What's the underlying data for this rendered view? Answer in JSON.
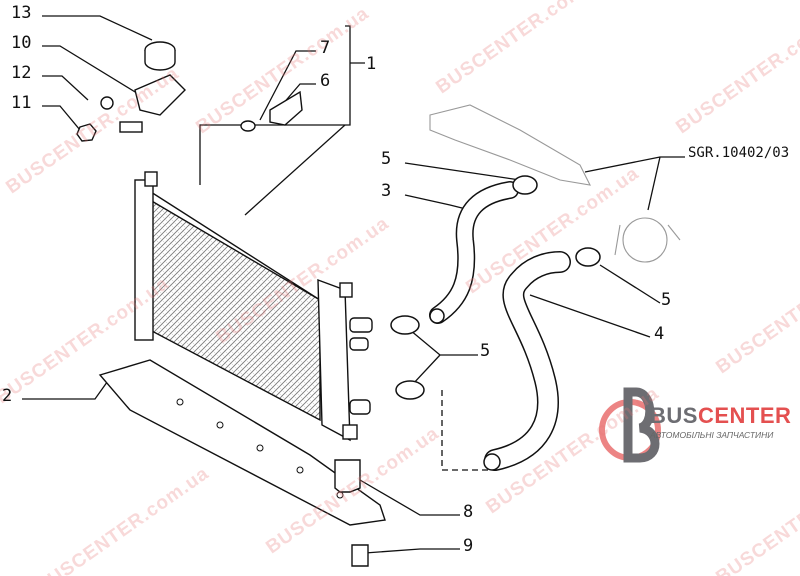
{
  "diagram": {
    "callouts": [
      "13",
      "10",
      "12",
      "11",
      "7",
      "6",
      "1",
      "5",
      "3",
      "SGR.10402/03",
      "5",
      "4",
      "5",
      "2",
      "8",
      "9"
    ],
    "reference_code": "SGR.10402/03"
  },
  "watermark": {
    "text": "BUSCENTER.com.ua"
  },
  "logo": {
    "bus": "BUS",
    "center": "CENTER",
    "subtitle": "АВТОМОБІЛЬНІ ЗАПЧАСТИНИ",
    "colors": {
      "gray": "#6d6d72",
      "red": "#e45050"
    }
  }
}
